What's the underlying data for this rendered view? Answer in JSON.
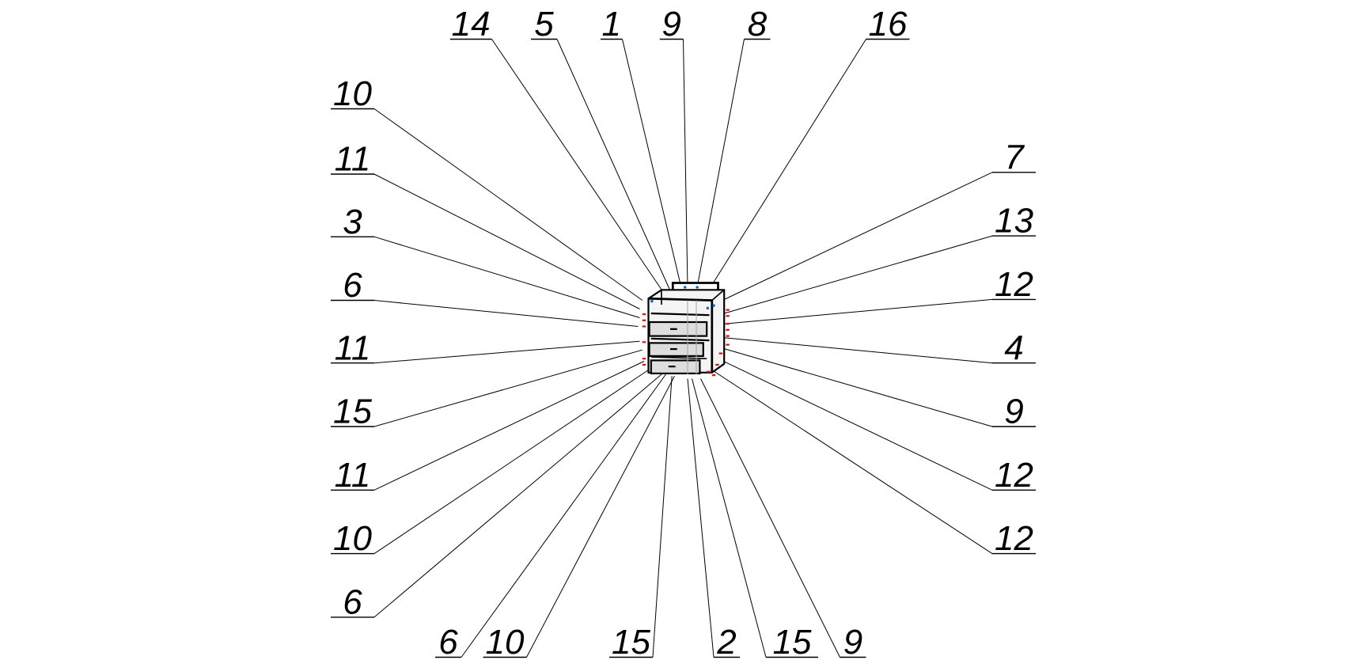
{
  "drawing": {
    "callouts_top": [
      {
        "number": "14"
      },
      {
        "number": "5"
      },
      {
        "number": "1"
      },
      {
        "number": "9"
      },
      {
        "number": "8"
      },
      {
        "number": "16"
      }
    ],
    "callouts_left": [
      {
        "number": "10"
      },
      {
        "number": "11"
      },
      {
        "number": "3"
      },
      {
        "number": "6"
      },
      {
        "number": "11"
      },
      {
        "number": "15"
      },
      {
        "number": "11"
      },
      {
        "number": "10"
      },
      {
        "number": "6"
      }
    ],
    "callouts_right": [
      {
        "number": "7"
      },
      {
        "number": "13"
      },
      {
        "number": "12"
      },
      {
        "number": "4"
      },
      {
        "number": "9"
      },
      {
        "number": "12"
      },
      {
        "number": "12"
      }
    ],
    "callouts_bottom": [
      {
        "number": "6"
      },
      {
        "number": "10"
      },
      {
        "number": "15"
      },
      {
        "number": "2"
      },
      {
        "number": "15"
      },
      {
        "number": "9"
      }
    ],
    "colors": {
      "line": "#000000",
      "marker_red": "#e01010",
      "marker_blue": "#1060e0",
      "fill_gray": "#d8d8d8"
    }
  }
}
